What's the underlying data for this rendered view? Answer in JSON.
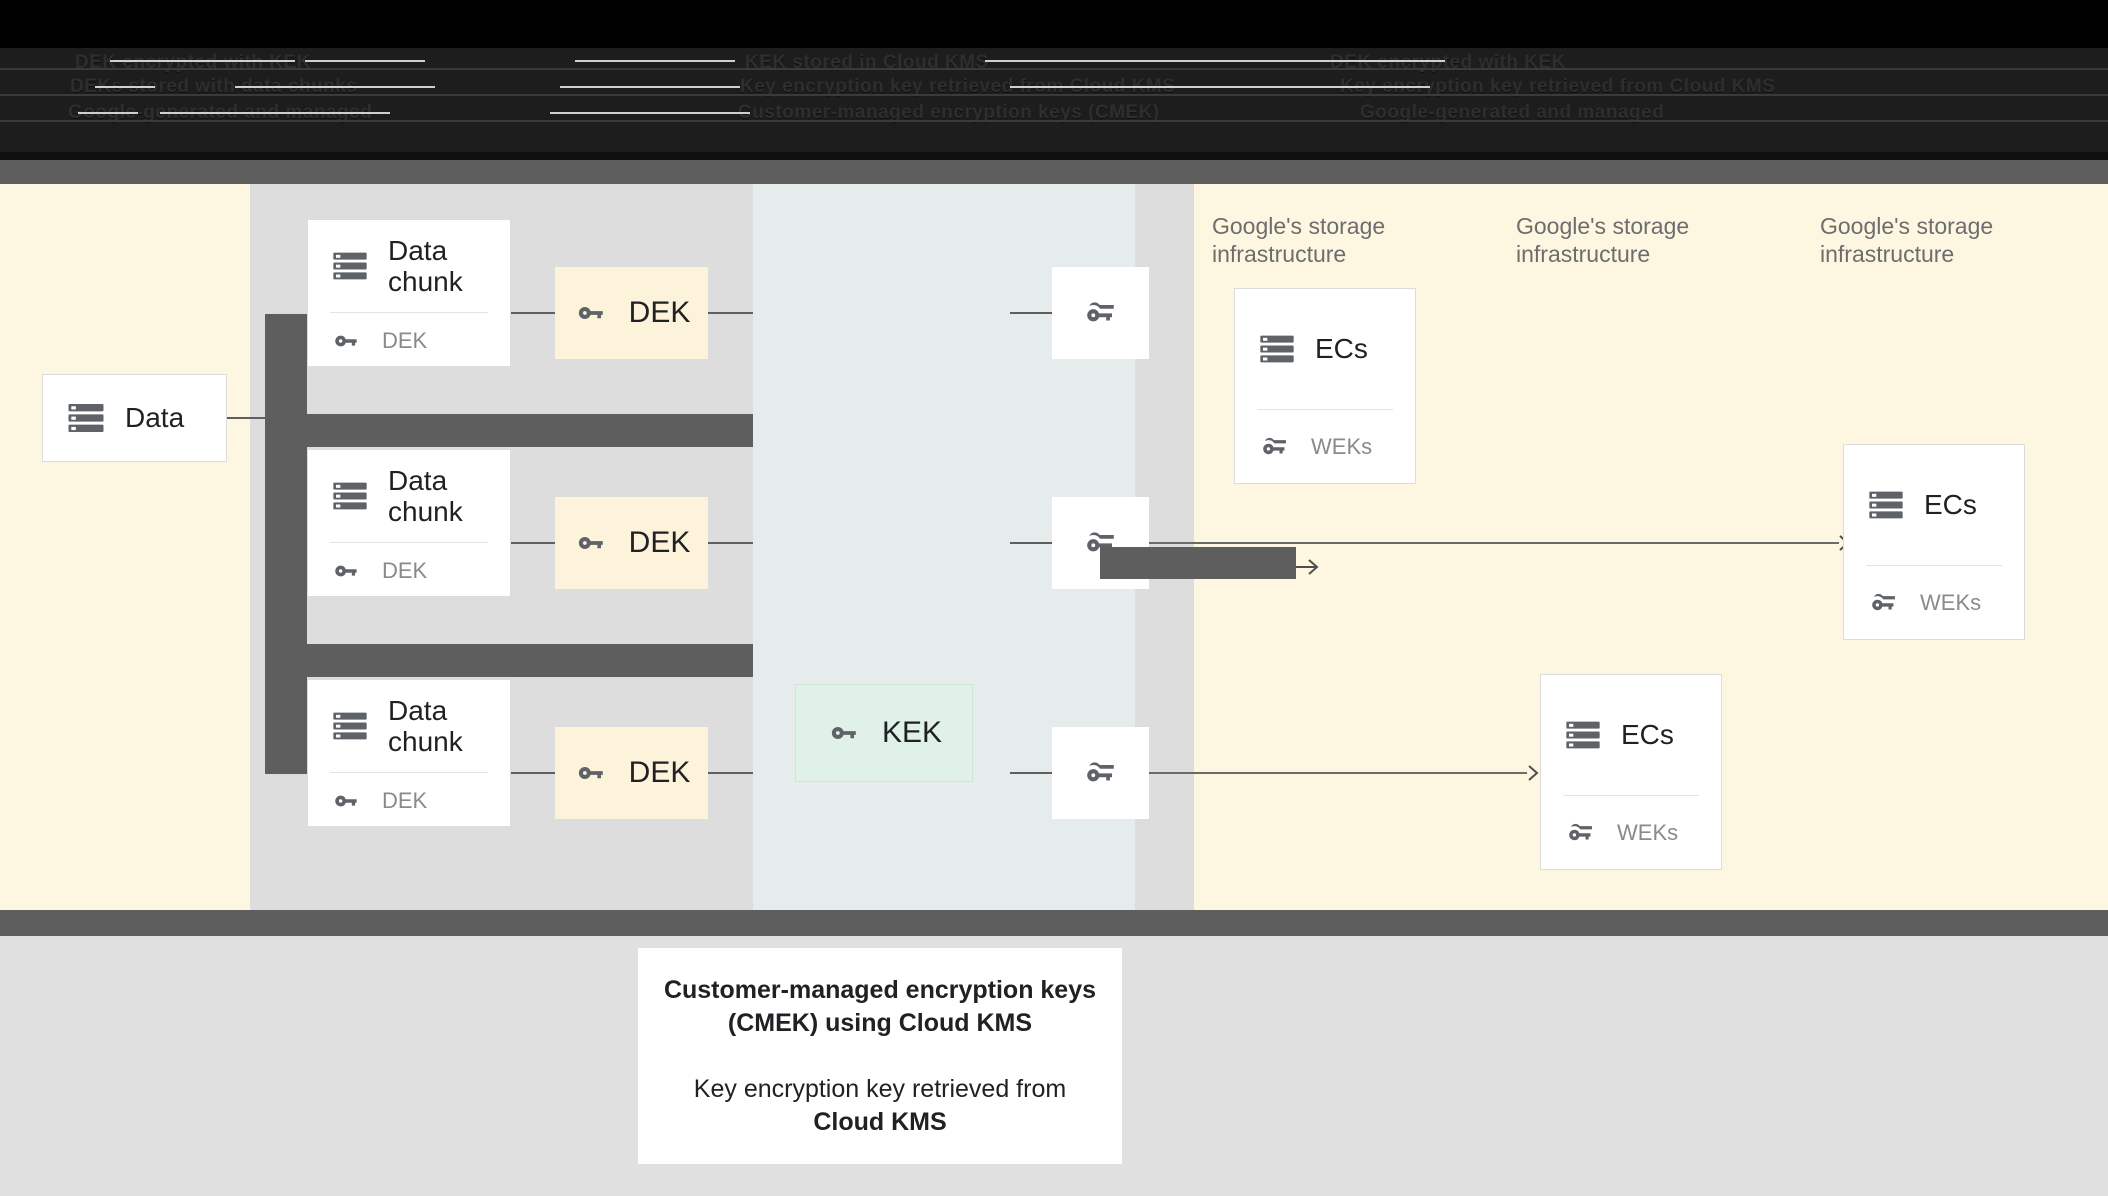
{
  "top_banner": {
    "note": "obscured-dark-text",
    "lines": [
      "DEK encrypted with KEK",
      "DEKs stored with data chunks",
      "Google-generated and managed",
      "KEK stored in Cloud KMS",
      "Key encryption key retrieved from Cloud KMS",
      "Customer-managed encryption keys (CMEK)"
    ]
  },
  "source": {
    "label": "Data",
    "icon": "server-stack-icon"
  },
  "chunks": [
    {
      "title": "Data chunk",
      "key_label": "DEK",
      "icon": "server-stack-icon",
      "key_icon": "key-icon"
    },
    {
      "title": "Data chunk",
      "key_label": "DEK",
      "icon": "server-stack-icon",
      "key_icon": "key-icon"
    },
    {
      "title": "Data chunk",
      "key_label": "DEK",
      "icon": "server-stack-icon",
      "key_icon": "key-icon"
    }
  ],
  "deks": [
    {
      "label": "DEK",
      "icon": "key-icon"
    },
    {
      "label": "DEK",
      "icon": "key-icon"
    },
    {
      "label": "DEK",
      "icon": "key-icon"
    }
  ],
  "kek": {
    "label": "KEK",
    "icon": "key-icon"
  },
  "weks": [
    {
      "icon": "double-key-icon"
    },
    {
      "icon": "double-key-icon"
    },
    {
      "icon": "double-key-icon"
    }
  ],
  "storage_labels": [
    "Google's storage\ninfrastructure",
    "Google's storage\ninfrastructure",
    "Google's storage\ninfrastructure"
  ],
  "storage_label_line1": "Google's storage",
  "storage_label_line2": "infrastructure",
  "ec_boxes": [
    {
      "title": "ECs",
      "key_label": "WEKs",
      "icon": "server-stack-icon",
      "key_icon": "double-key-icon"
    },
    {
      "title": "ECs",
      "key_label": "WEKs",
      "icon": "server-stack-icon",
      "key_icon": "double-key-icon"
    },
    {
      "title": "ECs",
      "key_label": "WEKs",
      "icon": "server-stack-icon",
      "key_icon": "double-key-icon"
    }
  ],
  "caption": {
    "line1": "Customer-managed encryption keys",
    "line2": "(CMEK) using Cloud KMS",
    "line3": "Key encryption key retrieved from",
    "line4": "Cloud KMS"
  },
  "colors": {
    "canvas_cream": "#fdf6e0",
    "col_light_grey": "#dddddd",
    "col_mid_grey": "#e6ebec",
    "dark_grey": "#5e5e5e",
    "dek_fill": "#fdf3da",
    "kek_fill": "#e0f1e8",
    "bottom_grey": "#e0e0e0",
    "text_dark": "#202124",
    "text_muted": "#6d6d6d"
  }
}
